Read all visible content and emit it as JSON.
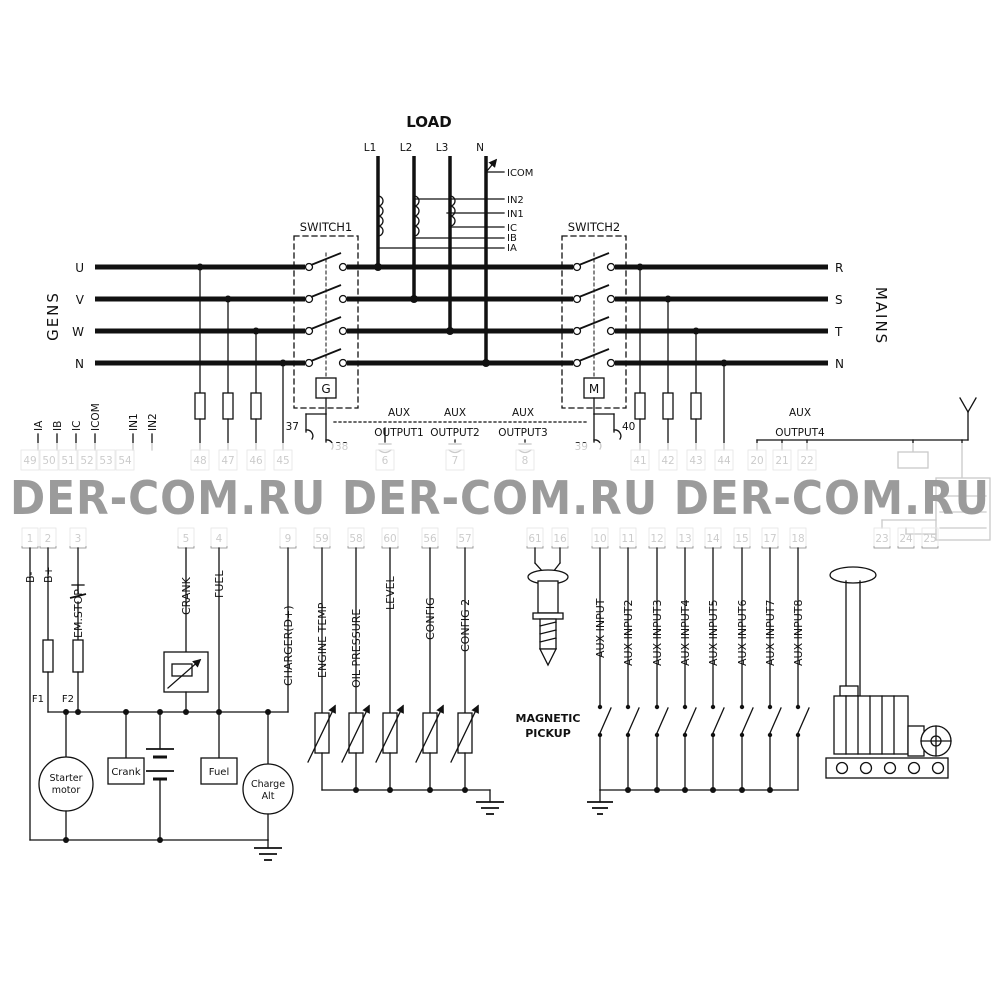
{
  "watermark": {
    "text": "DER-COM.RU DER-COM.RU DER-COM.RU"
  },
  "load": {
    "title": "LOAD",
    "lines": [
      "L1",
      "L2",
      "L3",
      "N"
    ]
  },
  "ct_labels": [
    "ICOM",
    "IN2",
    "IN1",
    "IC",
    "IB",
    "IA"
  ],
  "gens": {
    "title": "GENS",
    "phases": [
      "U",
      "V",
      "W",
      "N"
    ]
  },
  "mains": {
    "title": "MAINS",
    "phases": [
      "R",
      "S",
      "T",
      "N"
    ]
  },
  "switch1": {
    "label": "SWITCH1",
    "coil": "G",
    "t1": "37",
    "t2": "38"
  },
  "switch2": {
    "label": "SWITCH2",
    "coil": "M",
    "t1": "39",
    "t2": "40"
  },
  "aux_outputs": {
    "out1": [
      "AUX",
      "OUTPUT1"
    ],
    "out2": [
      "AUX",
      "OUTPUT2"
    ],
    "out3": [
      "AUX",
      "OUTPUT3"
    ],
    "out4": [
      "AUX",
      "OUTPUT4"
    ]
  },
  "left_ct_terminals": [
    "IA",
    "IB",
    "IC",
    "ICOM",
    "IN1",
    "IN2"
  ],
  "terminal_row_top": {
    "gens_ct": [
      "49",
      "50",
      "51",
      "52",
      "53",
      "54"
    ],
    "gens_sensing": [
      "48",
      "47",
      "46",
      "45"
    ],
    "aux_out": [
      "6",
      "7",
      "8"
    ],
    "mains_sensing": [
      "41",
      "42",
      "43",
      "44"
    ],
    "aux_out4": [
      "20",
      "21",
      "22"
    ]
  },
  "terminal_row_bottom": {
    "battery": [
      "1",
      "2",
      "3"
    ],
    "crank_fuel": [
      "5",
      "4"
    ],
    "charger": [
      "9"
    ],
    "senders": [
      "59",
      "58",
      "60",
      "56",
      "57"
    ],
    "pickup": [
      "61",
      "16"
    ],
    "aux_inputs": [
      "10",
      "11",
      "12",
      "13",
      "14",
      "15",
      "17",
      "18"
    ],
    "aux_out4": [
      "23",
      "24",
      "25"
    ]
  },
  "wire_labels": {
    "battery": [
      "B-",
      "B+",
      "EM.STOP"
    ],
    "crank": "CRANK",
    "fuel": "FUEL",
    "charger": "CHARGER(D+)",
    "senders": [
      "ENGINE TEMP",
      "OIL PRESSURE",
      "LEVEL",
      "CONFIG",
      "CONFIG 2"
    ],
    "pickup": [
      "MAGNETIC",
      "PICKUP"
    ],
    "aux_inputs": [
      "AUX INPUT",
      "AUX INPUT2",
      "AUX INPUT3",
      "AUX INPUT4",
      "AUX INPUT5",
      "AUX INPUT6",
      "AUX INPUT7",
      "AUX INPUT8"
    ]
  },
  "components": {
    "starter": [
      "Starter",
      "motor"
    ],
    "crank_relay": "Crank",
    "fuel_valve": "Fuel",
    "charge_alt": [
      "Charge",
      "Alt"
    ],
    "fuse1": "F1",
    "fuse2": "F2"
  }
}
